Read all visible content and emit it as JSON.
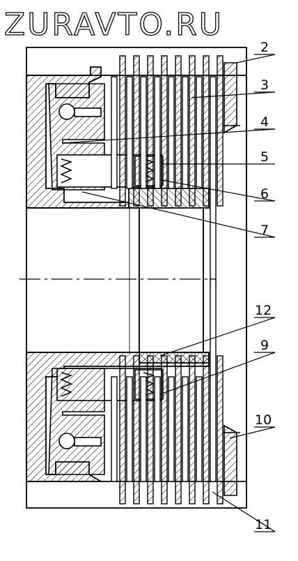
{
  "watermark": "ZURAVTO.RU",
  "callouts": {
    "c2": "2",
    "c3": "3",
    "c4": "4",
    "c5": "5",
    "c6": "6",
    "c7": "7",
    "c12": "12",
    "c9": "9",
    "c10": "10",
    "c11": "11"
  },
  "colors": {
    "line": "#000000",
    "background": "#ffffff"
  },
  "icons": [
    "spring-coil",
    "ball-bearing",
    "friction-disc",
    "hatch-pattern"
  ]
}
